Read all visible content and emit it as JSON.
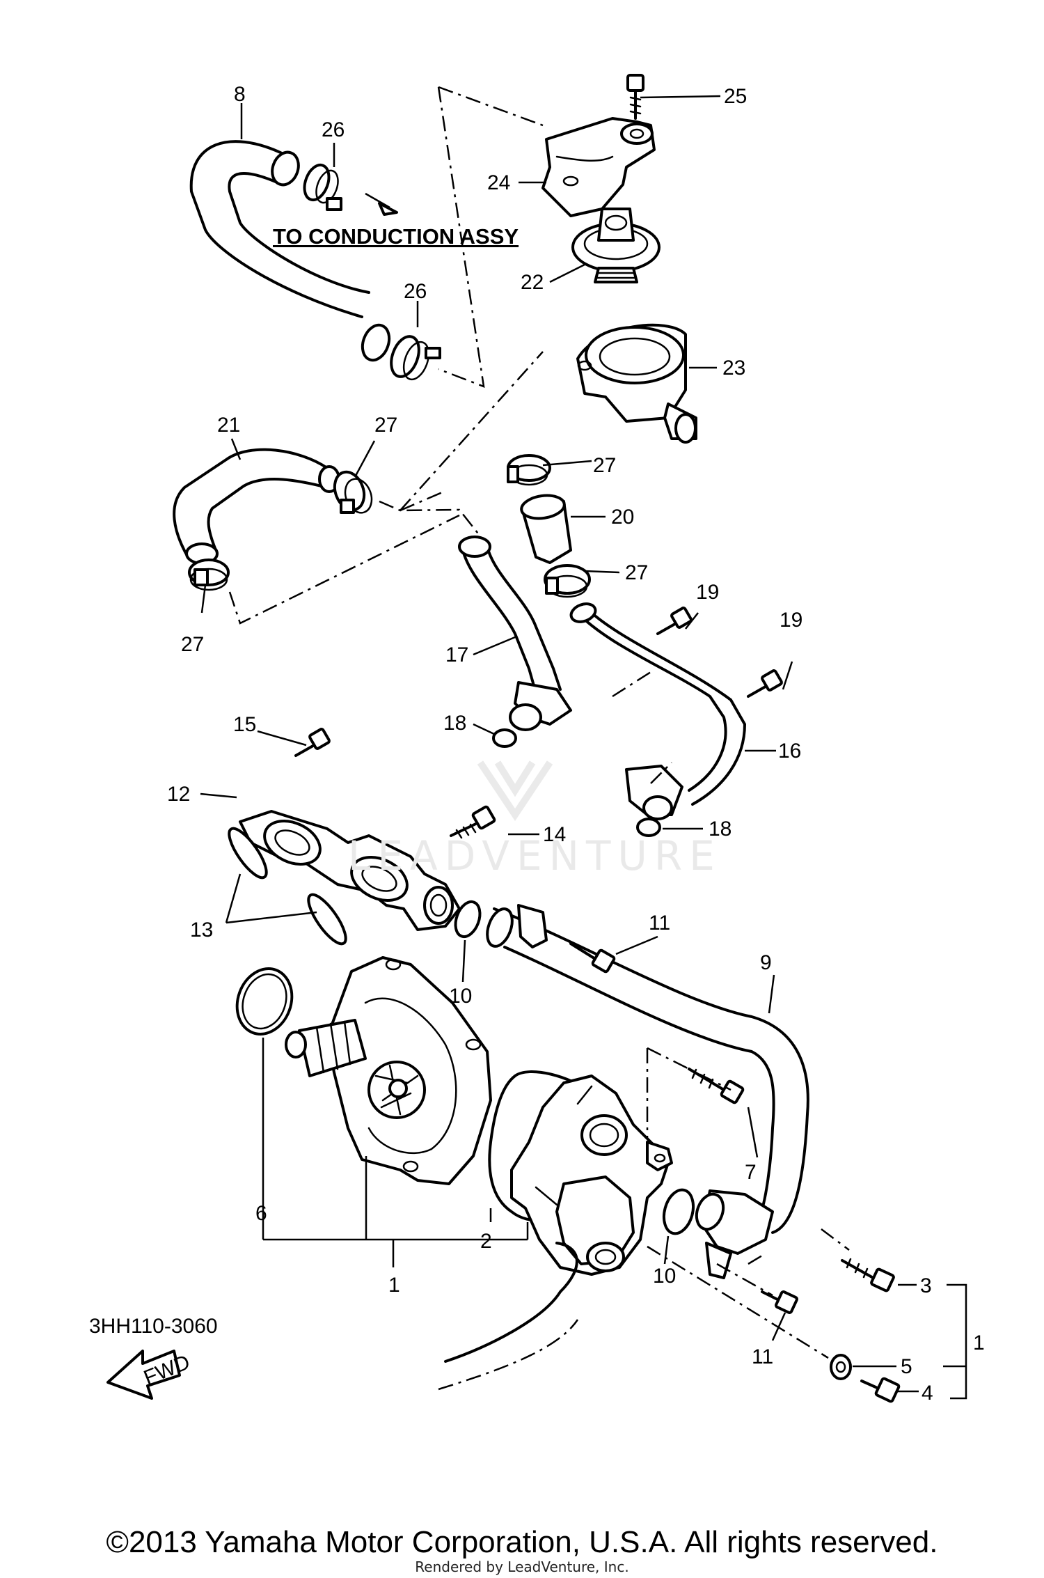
{
  "part_labels": {
    "p1a": "1",
    "p1b": "1",
    "p2": "2",
    "p3": "3",
    "p4": "4",
    "p5": "5",
    "p6": "6",
    "p7": "7",
    "p8": "8",
    "p9": "9",
    "p10a": "10",
    "p10b": "10",
    "p11a": "11",
    "p11b": "11",
    "p12": "12",
    "p13": "13",
    "p14": "14",
    "p15": "15",
    "p16": "16",
    "p17": "17",
    "p18a": "18",
    "p18b": "18",
    "p19a": "19",
    "p19b": "19",
    "p20": "20",
    "p21": "21",
    "p22": "22",
    "p23": "23",
    "p24": "24",
    "p25": "25",
    "p26a": "26",
    "p26b": "26",
    "p27a": "27",
    "p27b": "27",
    "p27c": "27",
    "p27d": "27"
  },
  "annotation": "TO CONDUCTION ASSY",
  "direction_arrow": "FWD",
  "diagram_code": "3HH110-3060",
  "watermark": "LEADVENTURE",
  "copyright": "©2013 Yamaha Motor Corporation, U.S.A. All rights reserved.",
  "rendered_by": "Rendered by LeadVenture, Inc."
}
